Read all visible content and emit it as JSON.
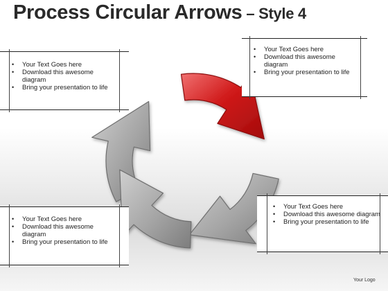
{
  "title": {
    "main": "Process Circular Arrows",
    "sub": " – Style 4"
  },
  "notes": {
    "top_left": [
      "Your Text Goes here",
      "Download this awesome diagram",
      "Bring your presentation to life"
    ],
    "top_right": [
      "Your Text Goes here",
      "Download this awesome diagram",
      "Bring your presentation to life"
    ],
    "bottom_left": [
      "Your Text Goes here",
      "Download this awesome diagram",
      "Bring your presentation to life"
    ],
    "bottom_right": [
      "Your Text Goes here",
      "Download this awesome diagram",
      "Bring your presentation to life"
    ]
  },
  "diagram": {
    "segments": [
      "gray",
      "red",
      "gray",
      "gray"
    ],
    "colors": {
      "highlight": "#d01a1a",
      "highlight_light": "#f07070",
      "neutral": "#9a9a9a",
      "neutral_light": "#c8c8c8"
    }
  },
  "footer": {
    "logo": "Your Logo"
  }
}
